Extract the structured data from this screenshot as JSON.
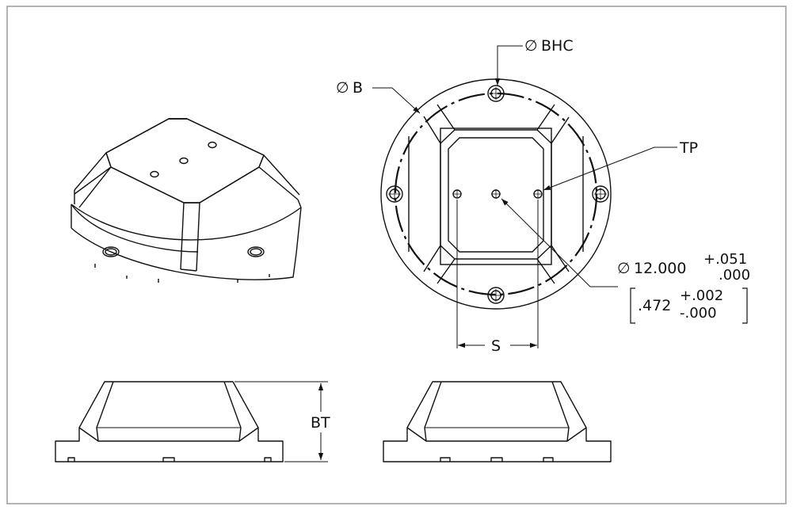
{
  "drawing": {
    "labels": {
      "bhc": "BHC",
      "b": "B",
      "tp": "TP",
      "s": "S",
      "bt": "BT",
      "dia_nominal": "12.000",
      "dia_tol_plus": "+.051",
      "dia_tol_minus": ".000",
      "bore_nominal": ".472",
      "bore_tol_plus": "+.002",
      "bore_tol_minus": "-.000"
    },
    "symbols": {
      "diameter": "∅"
    },
    "colors": {
      "line": "#111111",
      "frame": "#9a9a9a",
      "background": "#ffffff"
    }
  }
}
